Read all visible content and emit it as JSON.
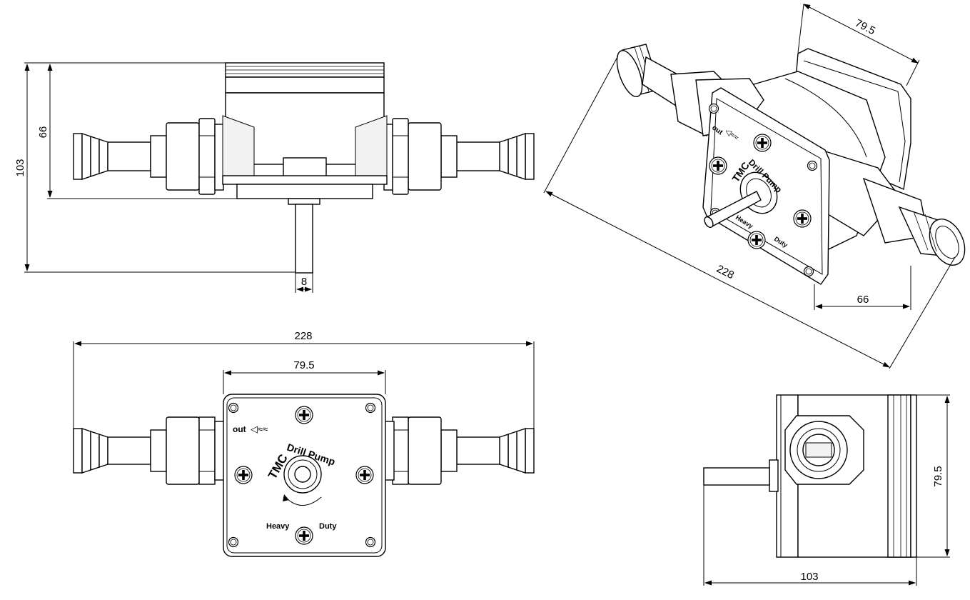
{
  "dimensions": {
    "side_height_total": "103",
    "side_height_body": "66",
    "shaft_diameter": "8",
    "front_length": "228",
    "front_width": "79.5",
    "iso_width": "79.5",
    "iso_length": "228",
    "iso_depth": "66",
    "end_height": "79.5",
    "end_length": "103"
  },
  "faceplate": {
    "brand": "TMC",
    "product": "Drill Pump",
    "outlet_label": "out",
    "rating_word_1": "Heavy",
    "rating_word_2": "Duty"
  },
  "iso_faceplate": {
    "brand": "TMC",
    "product": "Drill Pump",
    "outlet_label": "out",
    "rating_word_1": "Heavy",
    "rating_word_2": "Duty"
  }
}
